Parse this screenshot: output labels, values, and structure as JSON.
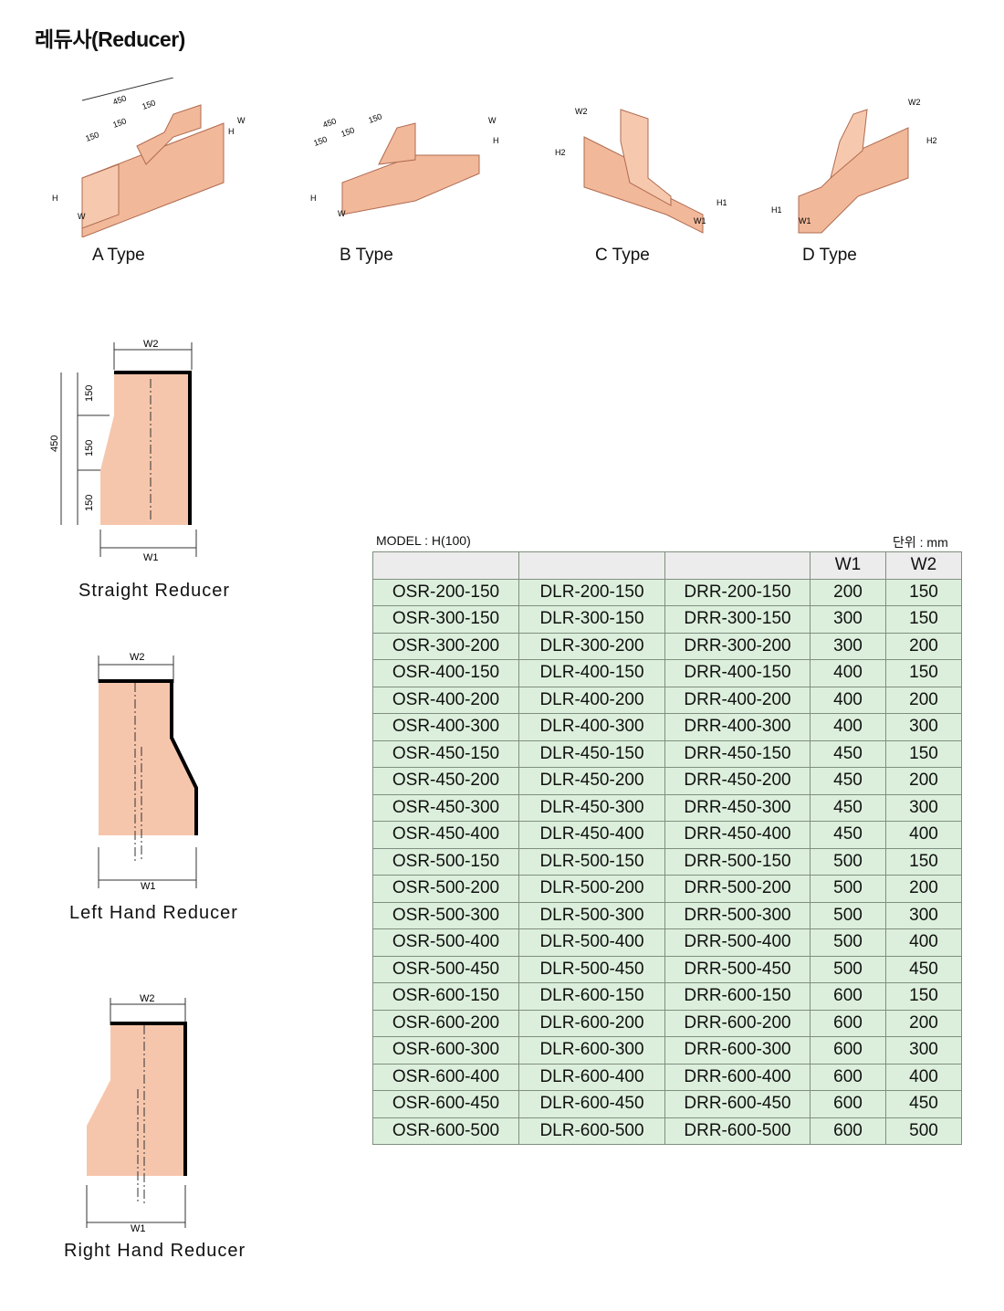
{
  "title": "레듀사(Reducer)",
  "types": [
    {
      "label": "A Type",
      "dims": [
        "450",
        "150",
        "150",
        "150",
        "W",
        "H",
        "H",
        "W"
      ]
    },
    {
      "label": "B Type",
      "dims": [
        "450",
        "150",
        "150",
        "150",
        "W",
        "H",
        "H",
        "W"
      ]
    },
    {
      "label": "C Type",
      "dims": [
        "W2",
        "H2",
        "W1",
        "H1"
      ]
    },
    {
      "label": "D Type",
      "dims": [
        "W2",
        "H2",
        "H1",
        "W1"
      ]
    }
  ],
  "reducers": [
    {
      "label": "Straight Reducer",
      "dims": [
        "W2",
        "W1",
        "450",
        "150",
        "150",
        "150"
      ]
    },
    {
      "label": "Left Hand Reducer",
      "dims": [
        "W2",
        "W1"
      ]
    },
    {
      "label": "Right Hand Reducer",
      "dims": [
        "W2",
        "W1"
      ]
    }
  ],
  "table": {
    "model": "MODEL : H(100)",
    "unit": "단위 : mm",
    "headers": [
      "",
      "",
      "",
      "W1",
      "W2"
    ],
    "rows": [
      [
        "OSR-200-150",
        "DLR-200-150",
        "DRR-200-150",
        "200",
        "150"
      ],
      [
        "OSR-300-150",
        "DLR-300-150",
        "DRR-300-150",
        "300",
        "150"
      ],
      [
        "OSR-300-200",
        "DLR-300-200",
        "DRR-300-200",
        "300",
        "200"
      ],
      [
        "OSR-400-150",
        "DLR-400-150",
        "DRR-400-150",
        "400",
        "150"
      ],
      [
        "OSR-400-200",
        "DLR-400-200",
        "DRR-400-200",
        "400",
        "200"
      ],
      [
        "OSR-400-300",
        "DLR-400-300",
        "DRR-400-300",
        "400",
        "300"
      ],
      [
        "OSR-450-150",
        "DLR-450-150",
        "DRR-450-150",
        "450",
        "150"
      ],
      [
        "OSR-450-200",
        "DLR-450-200",
        "DRR-450-200",
        "450",
        "200"
      ],
      [
        "OSR-450-300",
        "DLR-450-300",
        "DRR-450-300",
        "450",
        "300"
      ],
      [
        "OSR-450-400",
        "DLR-450-400",
        "DRR-450-400",
        "450",
        "400"
      ],
      [
        "OSR-500-150",
        "DLR-500-150",
        "DRR-500-150",
        "500",
        "150"
      ],
      [
        "OSR-500-200",
        "DLR-500-200",
        "DRR-500-200",
        "500",
        "200"
      ],
      [
        "OSR-500-300",
        "DLR-500-300",
        "DRR-500-300",
        "500",
        "300"
      ],
      [
        "OSR-500-400",
        "DLR-500-400",
        "DRR-500-400",
        "500",
        "400"
      ],
      [
        "OSR-500-450",
        "DLR-500-450",
        "DRR-500-450",
        "500",
        "450"
      ],
      [
        "OSR-600-150",
        "DLR-600-150",
        "DRR-600-150",
        "600",
        "150"
      ],
      [
        "OSR-600-200",
        "DLR-600-200",
        "DRR-600-200",
        "600",
        "200"
      ],
      [
        "OSR-600-300",
        "DLR-600-300",
        "DRR-600-300",
        "600",
        "300"
      ],
      [
        "OSR-600-400",
        "DLR-600-400",
        "DRR-600-400",
        "600",
        "400"
      ],
      [
        "OSR-600-450",
        "DLR-600-450",
        "DRR-600-450",
        "600",
        "450"
      ],
      [
        "OSR-600-500",
        "DLR-600-500",
        "DRR-600-500",
        "600",
        "500"
      ]
    ]
  }
}
